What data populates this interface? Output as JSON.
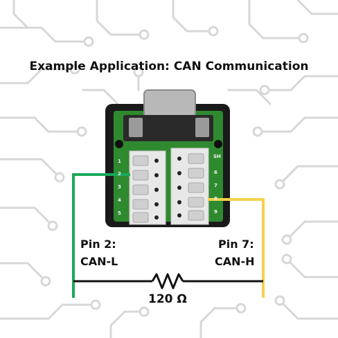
{
  "title": "Example Application: CAN Communication",
  "left_pin": {
    "name": "Pin 2:",
    "signal": "CAN-L"
  },
  "right_pin": {
    "name": "Pin 7:",
    "signal": "CAN-H"
  },
  "resistor": {
    "value": "120 Ω"
  },
  "terminal_block": {
    "left_numbers": [
      "1",
      "2",
      "3",
      "4",
      "5"
    ],
    "right_numbers": [
      "SH",
      "6",
      "7",
      "8",
      "9"
    ]
  },
  "colors": {
    "can_l_wire": "#1aa85a",
    "can_h_wire": "#f4d24c",
    "pcb": "#2f8a2f",
    "circuit_bg": "#d7d7d7",
    "text": "#111111"
  }
}
